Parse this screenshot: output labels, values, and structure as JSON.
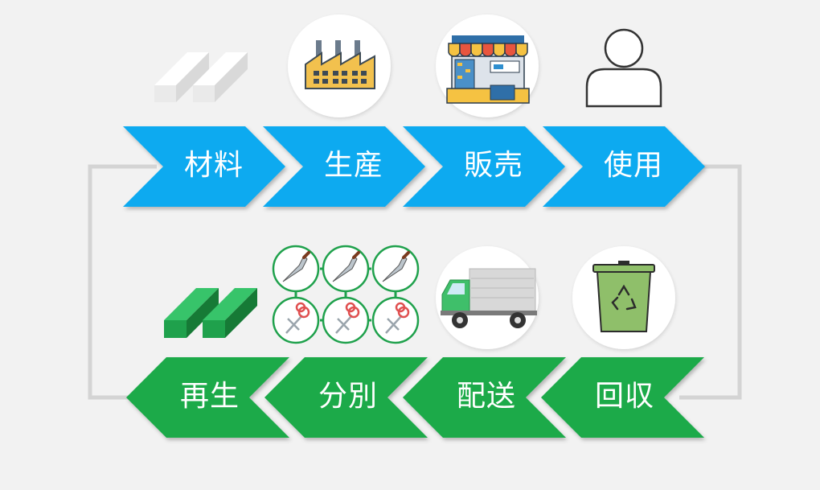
{
  "colors": {
    "forward": "#0aaaf0",
    "reverse": "#1aaa4a",
    "loop_line": "#d4d4d4",
    "background": "#f2f2f2"
  },
  "forward_flow": [
    {
      "label": "材料",
      "icon": "raw-material-bars-icon"
    },
    {
      "label": "生産",
      "icon": "factory-icon"
    },
    {
      "label": "販売",
      "icon": "store-icon"
    },
    {
      "label": "使用",
      "icon": "user-icon"
    }
  ],
  "reverse_flow": [
    {
      "label": "再生",
      "icon": "recycled-material-bars-icon"
    },
    {
      "label": "分別",
      "icon": "sorting-knives-scissors-icon"
    },
    {
      "label": "配送",
      "icon": "truck-icon"
    },
    {
      "label": "回収",
      "icon": "recycle-bin-icon"
    }
  ]
}
